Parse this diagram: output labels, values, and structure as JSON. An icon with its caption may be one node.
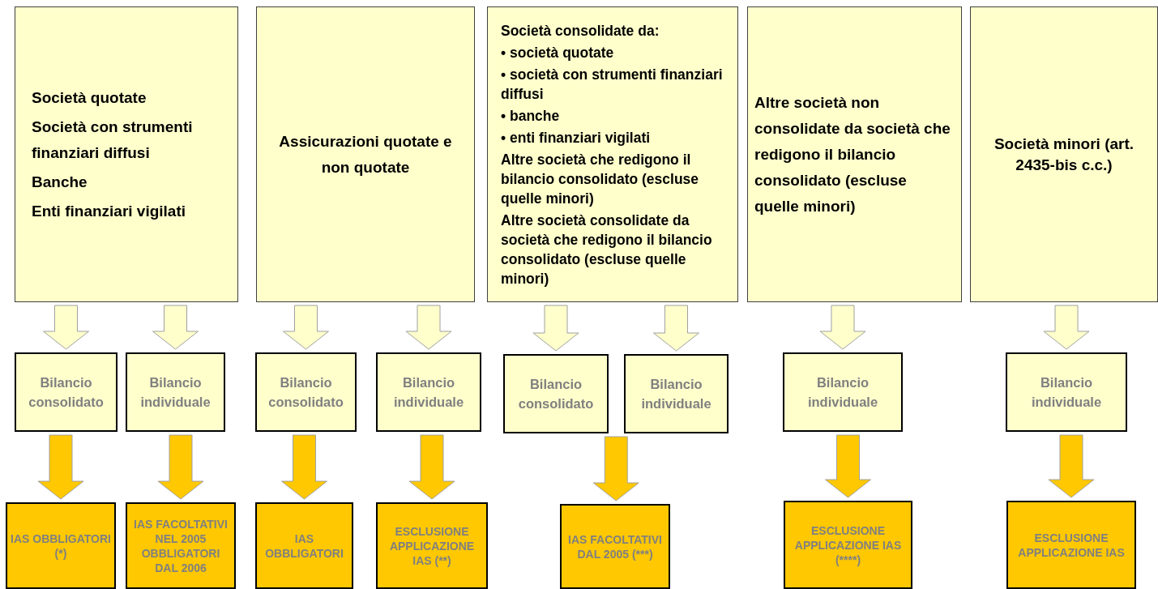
{
  "diagram": {
    "nodes": [
      {
        "text": [
          "Società quotate",
          "Società con strumenti finanziari diffusi",
          "Banche",
          "Enti finanziari vigilati"
        ]
      },
      {
        "text": [
          "Assicurazioni quotate e non quotate"
        ]
      },
      {
        "text": [
          "Società consolidate da:",
          "• società quotate",
          "• società con strumenti finanziari diffusi",
          "• banche",
          "• enti finanziari vigilati",
          "Altre società che redigono il bilancio consolidato (escluse quelle minori)",
          "Altre società consolidate da società che redigono il bilancio consolidato (escluse quelle minori)"
        ]
      },
      {
        "text": [
          "Altre società non consolidate da società che redigono il bilancio consolidato (escluse quelle minori)"
        ]
      },
      {
        "text": [
          "Società minori (art. 2435-bis c.c.)"
        ]
      },
      {
        "text": [
          "Bilancio consolidato"
        ]
      },
      {
        "text": [
          "Bilancio individuale"
        ]
      },
      {
        "text": [
          "Bilancio consolidato"
        ]
      },
      {
        "text": [
          "Bilancio individuale"
        ]
      },
      {
        "text": [
          "Bilancio consolidato"
        ]
      },
      {
        "text": [
          "Bilancio individuale"
        ]
      },
      {
        "text": [
          "Bilancio individuale"
        ]
      },
      {
        "text": [
          "Bilancio individuale"
        ]
      },
      {
        "text": [
          "IAS OBBLIGATORI (*)"
        ]
      },
      {
        "text": [
          "IAS FACOLTATIVI NEL 2005 OBBLIGATORI DAL 2006"
        ]
      },
      {
        "text": [
          "IAS OBBLIGATORI"
        ]
      },
      {
        "text": [
          "ESCLUSIONE APPLICAZIONE IAS (**)"
        ]
      },
      {
        "text": [
          "IAS FACOLTATIVI DAL 2005 (***)"
        ]
      },
      {
        "text": [
          "ESCLUSIONE APPLICAZIONE IAS (****)"
        ]
      },
      {
        "text": [
          "ESCLUSIONE APPLICAZIONE IAS"
        ]
      }
    ],
    "edges": [
      {
        "from": 0,
        "to": 5,
        "arrow": "to"
      },
      {
        "from": 0,
        "to": 6,
        "arrow": "to"
      },
      {
        "from": 1,
        "to": 7,
        "arrow": "to"
      },
      {
        "from": 1,
        "to": 8,
        "arrow": "to"
      },
      {
        "from": 2,
        "to": 9,
        "arrow": "to"
      },
      {
        "from": 2,
        "to": 10,
        "arrow": "to"
      },
      {
        "from": 3,
        "to": 11,
        "arrow": "to"
      },
      {
        "from": 4,
        "to": 12,
        "arrow": "to"
      },
      {
        "from": 5,
        "to": 13,
        "arrow": "to",
        "color": "#ffc800"
      },
      {
        "from": 6,
        "to": 14,
        "arrow": "to",
        "color": "#ffc800"
      },
      {
        "from": 7,
        "to": 15,
        "arrow": "to",
        "color": "#ffc800"
      },
      {
        "from": 8,
        "to": 16,
        "arrow": "to",
        "color": "#ffc800"
      },
      {
        "from": 9,
        "to": 17,
        "arrow": "to",
        "color": "#ffc800"
      },
      {
        "from": 10,
        "to": 17,
        "arrow": "to",
        "color": "#ffc800"
      },
      {
        "from": 11,
        "to": 18,
        "arrow": "to",
        "color": "#ffc800"
      },
      {
        "from": 12,
        "to": 19,
        "arrow": "to",
        "color": "#ffc800"
      }
    ]
  }
}
